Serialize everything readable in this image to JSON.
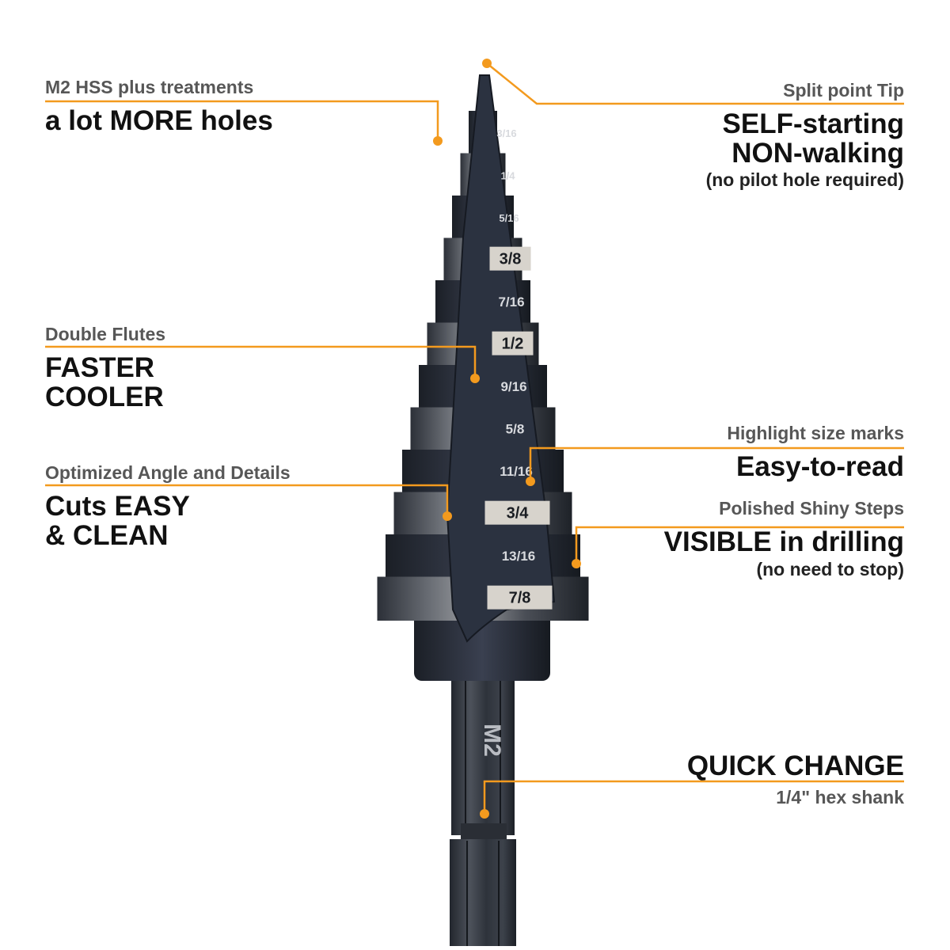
{
  "accent_color": "#f39a1e",
  "bit_marks": [
    "3/16",
    "1/4",
    "5/16",
    "3/8",
    "7/16",
    "1/2",
    "9/16",
    "5/8",
    "11/16",
    "3/4",
    "13/16",
    "7/8"
  ],
  "shank_label": "M2",
  "callouts": {
    "m2hss": {
      "caption": "M2 HSS plus treatments",
      "headline": "a lot MORE holes"
    },
    "split_point": {
      "caption": "Split point Tip",
      "line1": "SELF-starting",
      "line2": "NON-walking",
      "note": "(no pilot hole required)"
    },
    "double_flutes": {
      "caption": "Double Flutes",
      "line1": "FASTER",
      "line2": "COOLER"
    },
    "angle": {
      "caption": "Optimized Angle and Details",
      "line1": "Cuts EASY",
      "line2": "& CLEAN"
    },
    "size_marks": {
      "caption": "Highlight size marks",
      "headline": "Easy-to-read"
    },
    "polished": {
      "caption": "Polished Shiny Steps",
      "headline": "VISIBLE in drilling",
      "note": "(no need to stop)"
    },
    "shank": {
      "headline": "QUICK CHANGE",
      "caption": "1/4\" hex shank"
    }
  }
}
